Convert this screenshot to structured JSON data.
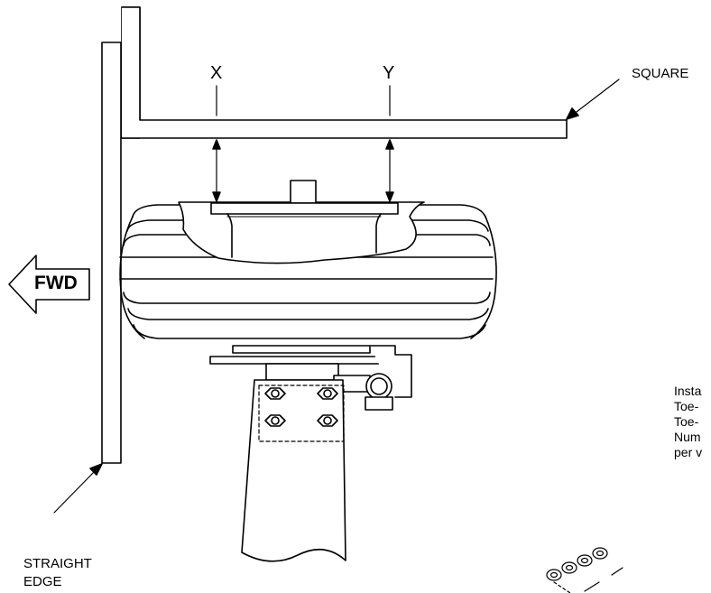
{
  "labels": {
    "x": "X",
    "y": "Y",
    "square": "SQUARE",
    "fwd": "FWD",
    "straight": "STRAIGHT",
    "edge": "EDGE"
  },
  "notes": [
    "Insta",
    "Toe-",
    "Toe-",
    "Num",
    "per v"
  ],
  "colors": {
    "ink": "#000000",
    "paper": "#ffffff"
  }
}
